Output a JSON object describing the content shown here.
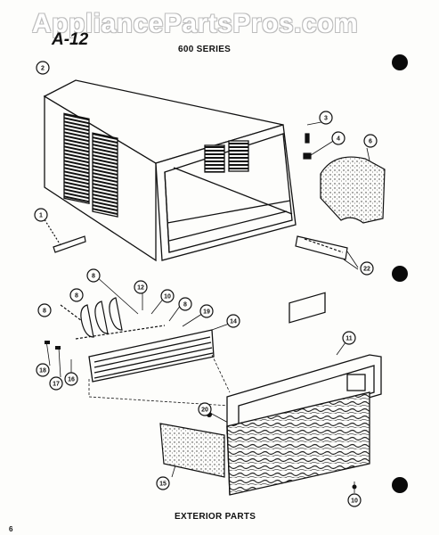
{
  "watermark": "AppliancePartsPros.com",
  "page_code": "A-12",
  "series_label": "600 SERIES",
  "caption": "EXTERIOR PARTS",
  "page_number": "6",
  "callouts": {
    "c1": "1",
    "c2": "2",
    "c3": "3",
    "c4": "4",
    "c6": "6",
    "c22": "22",
    "c8a": "8",
    "c8b": "8",
    "c8c": "8",
    "c12": "12",
    "c10": "10",
    "c8d": "8",
    "c19": "19",
    "c14": "14",
    "c18": "18",
    "c17": "17",
    "c16": "16",
    "c11": "11",
    "c20": "20",
    "c15": "15",
    "c10b": "10"
  },
  "colors": {
    "ink": "#111111",
    "paper": "#fdfdfb",
    "punch_hole": "#0a0a0a"
  }
}
